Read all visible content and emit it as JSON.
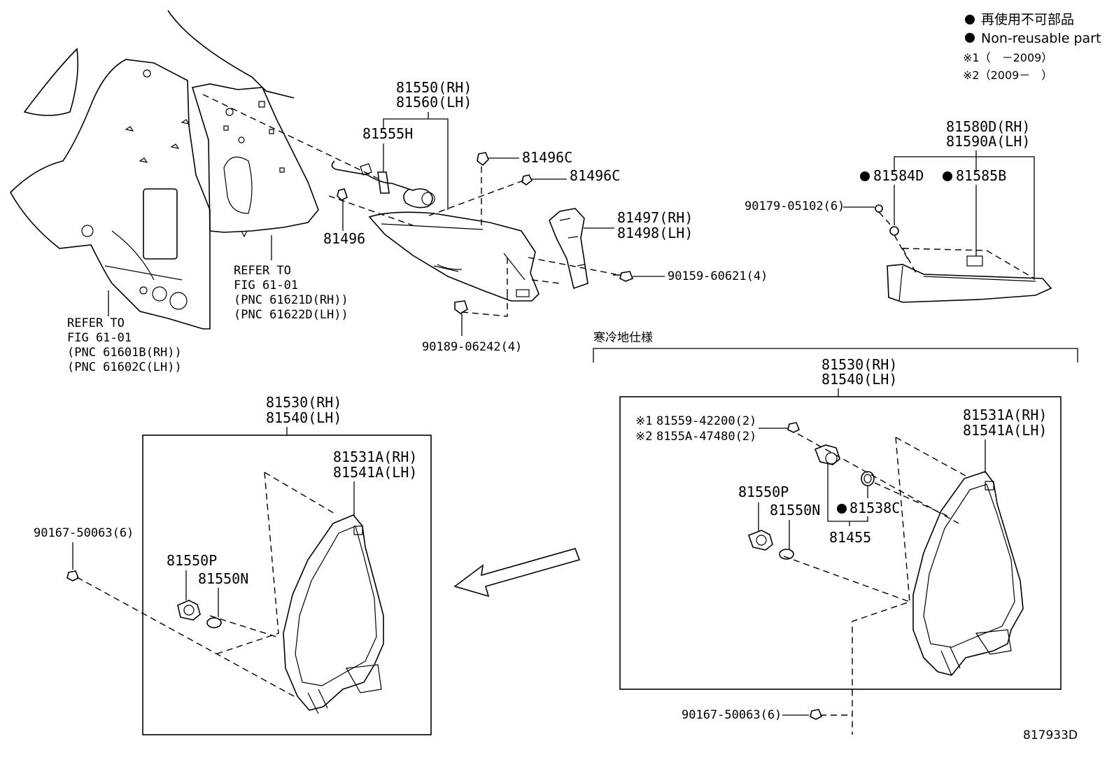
{
  "legend": {
    "dot_jp": "再使用不可部品",
    "dot_en": "Non-reusable part",
    "note1": "※1（　－2009）",
    "note2": "※2（2009－　）"
  },
  "labels": {
    "p81550_rh": "81550(RH)",
    "p81560_lh": "81560(LH)",
    "p81555h": "81555H",
    "p81496c_a": "81496C",
    "p81496c_b": "81496C",
    "p81496": "81496",
    "p81497_rh": "81497(RH)",
    "p81498_lh": "81498(LH)",
    "p90159": "90159-60621(4)",
    "p90189": "90189-06242(4)",
    "refer1_l1": "REFER TO",
    "refer1_l2": "FIG 61-01",
    "refer1_l3": "(PNC 61621D(RH))",
    "refer1_l4": "(PNC 61622D(LH))",
    "refer2_l1": "REFER TO",
    "refer2_l2": "FIG 61-01",
    "refer2_l3": "(PNC 61601B(RH))",
    "refer2_l4": "(PNC 61602C(LH))",
    "p81580d_rh": "81580D(RH)",
    "p81590a_lh": "81590A(LH)",
    "p81584d": "81584D",
    "p81585b": "81585B",
    "p90179": "90179-05102(6)",
    "cold_spec": "寒冷地仕様",
    "r_81530_rh": "81530(RH)",
    "r_81540_lh": "81540(LH)",
    "r_81531a_rh": "81531A(RH)",
    "r_81541a_lh": "81541A(LH)",
    "r_note1_mark": "※1",
    "r_81559": "81559-42200(2)",
    "r_note2_mark": "※2",
    "r_8155a": "8155A-47480(2)",
    "r_81550p": "81550P",
    "r_81550n": "81550N",
    "r_81538c": "81538C",
    "r_81455": "81455",
    "r_90167": "90167-50063(6)",
    "l_81530_rh": "81530(RH)",
    "l_81540_lh": "81540(LH)",
    "l_81531a_rh": "81531A(RH)",
    "l_81541a_lh": "81541A(LH)",
    "l_81550p": "81550P",
    "l_81550n": "81550N",
    "l_90167": "90167-50063(6)",
    "fig_code": "817933D"
  }
}
